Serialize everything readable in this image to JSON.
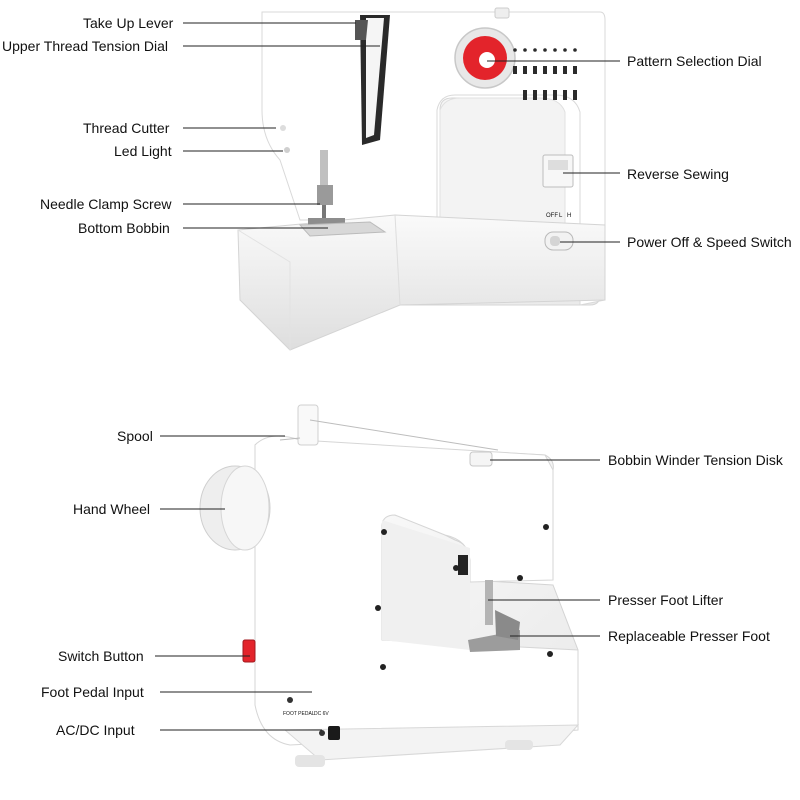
{
  "colors": {
    "accent": "#e3242b",
    "body": "#ffffff",
    "shadow": "#dcdcdc",
    "line": "#222222"
  },
  "callouts": {
    "take_up_lever": "Take Up Lever",
    "upper_tension": "Upper Thread Tension Dial",
    "thread_cutter": "Thread Cutter",
    "led_light": "Led Light",
    "needle_clamp": "Needle Clamp Screw",
    "bottom_bobbin": "Bottom Bobbin",
    "pattern_dial": "Pattern Selection Dial",
    "reverse_sewing": "Reverse Sewing",
    "power_speed": "Power Off & Speed Switch",
    "spool": "Spool",
    "hand_wheel": "Hand Wheel",
    "switch_button": "Switch Button",
    "foot_pedal": "Foot Pedal Input",
    "acdc": "AC/DC Input",
    "bobbin_winder": "Bobbin Winder Tension Disk",
    "presser_lifter": "Presser Foot Lifter",
    "presser_foot": "Replaceable Presser Foot"
  },
  "machine_text": {
    "speed_off": "OFF",
    "speed_l": "L",
    "speed_h": "H",
    "foot_pedal_tag": "FOOT PEDAL",
    "dc_tag": "DC 6V"
  }
}
